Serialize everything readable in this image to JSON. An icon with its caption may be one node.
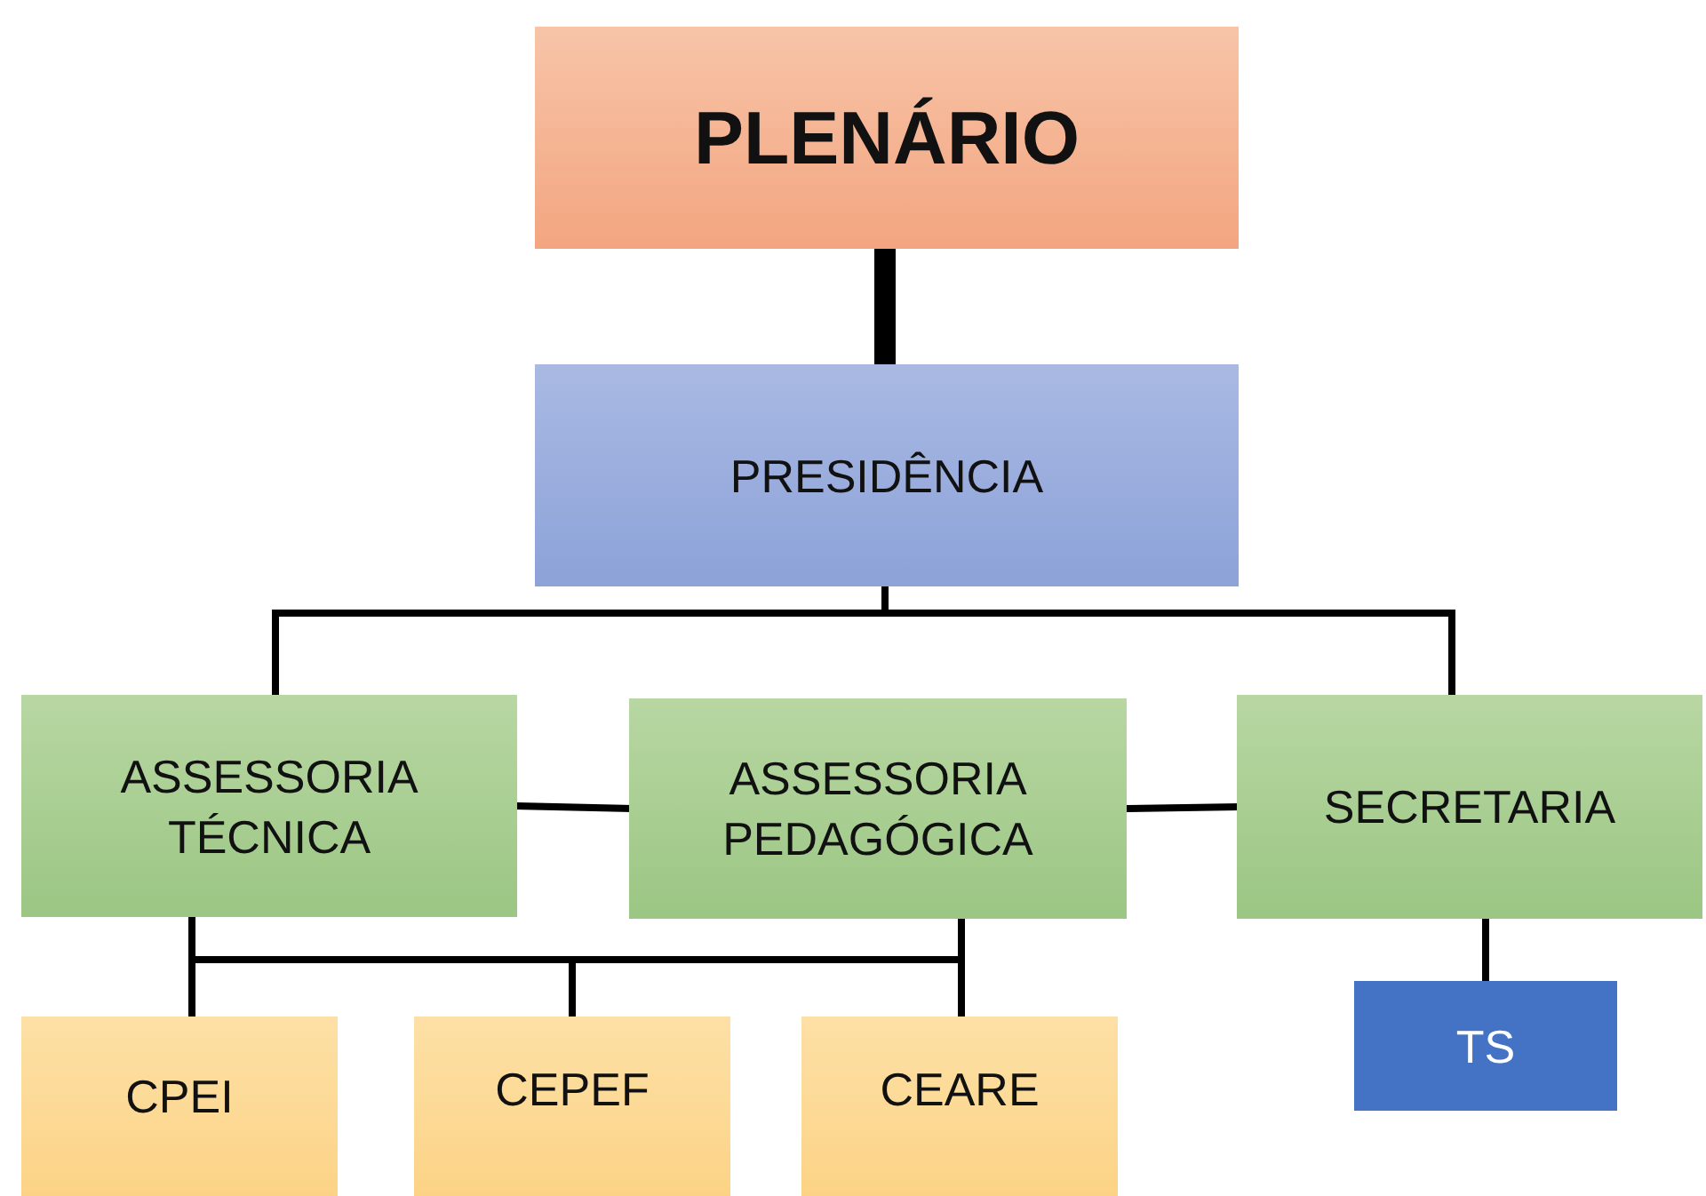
{
  "diagram": {
    "nodes": [
      {
        "text": [
          "PLENÁRIO"
        ]
      },
      {
        "text": [
          "PRESIDÊNCIA"
        ]
      },
      {
        "text": [
          "ASSESSORIA TÉCNICA"
        ]
      },
      {
        "text": [
          "ASSESSORIA PEDAGÓGICA"
        ]
      },
      {
        "text": [
          "SECRETARIA"
        ]
      },
      {
        "text": [
          "CPEI"
        ]
      },
      {
        "text": [
          "CEPEF"
        ]
      },
      {
        "text": [
          "CEARE"
        ]
      },
      {
        "text": [
          "TS"
        ]
      }
    ],
    "edges": [
      {
        "from": 0,
        "to": 1,
        "arrow": "none",
        "style": "thick"
      },
      {
        "from": 1,
        "to": 2,
        "arrow": "none"
      },
      {
        "from": 1,
        "to": 4,
        "arrow": "none"
      },
      {
        "from": 2,
        "to": 3,
        "arrow": "none"
      },
      {
        "from": 3,
        "to": 4,
        "arrow": "none"
      },
      {
        "from": 2,
        "to": 5,
        "arrow": "none"
      },
      {
        "from": 2,
        "to": 6,
        "arrow": "none"
      },
      {
        "from": 2,
        "to": 7,
        "arrow": "none"
      },
      {
        "from": 3,
        "to": 5,
        "arrow": "none"
      },
      {
        "from": 3,
        "to": 6,
        "arrow": "none"
      },
      {
        "from": 3,
        "to": 7,
        "arrow": "none"
      },
      {
        "from": 4,
        "to": 8,
        "arrow": "none"
      }
    ]
  }
}
